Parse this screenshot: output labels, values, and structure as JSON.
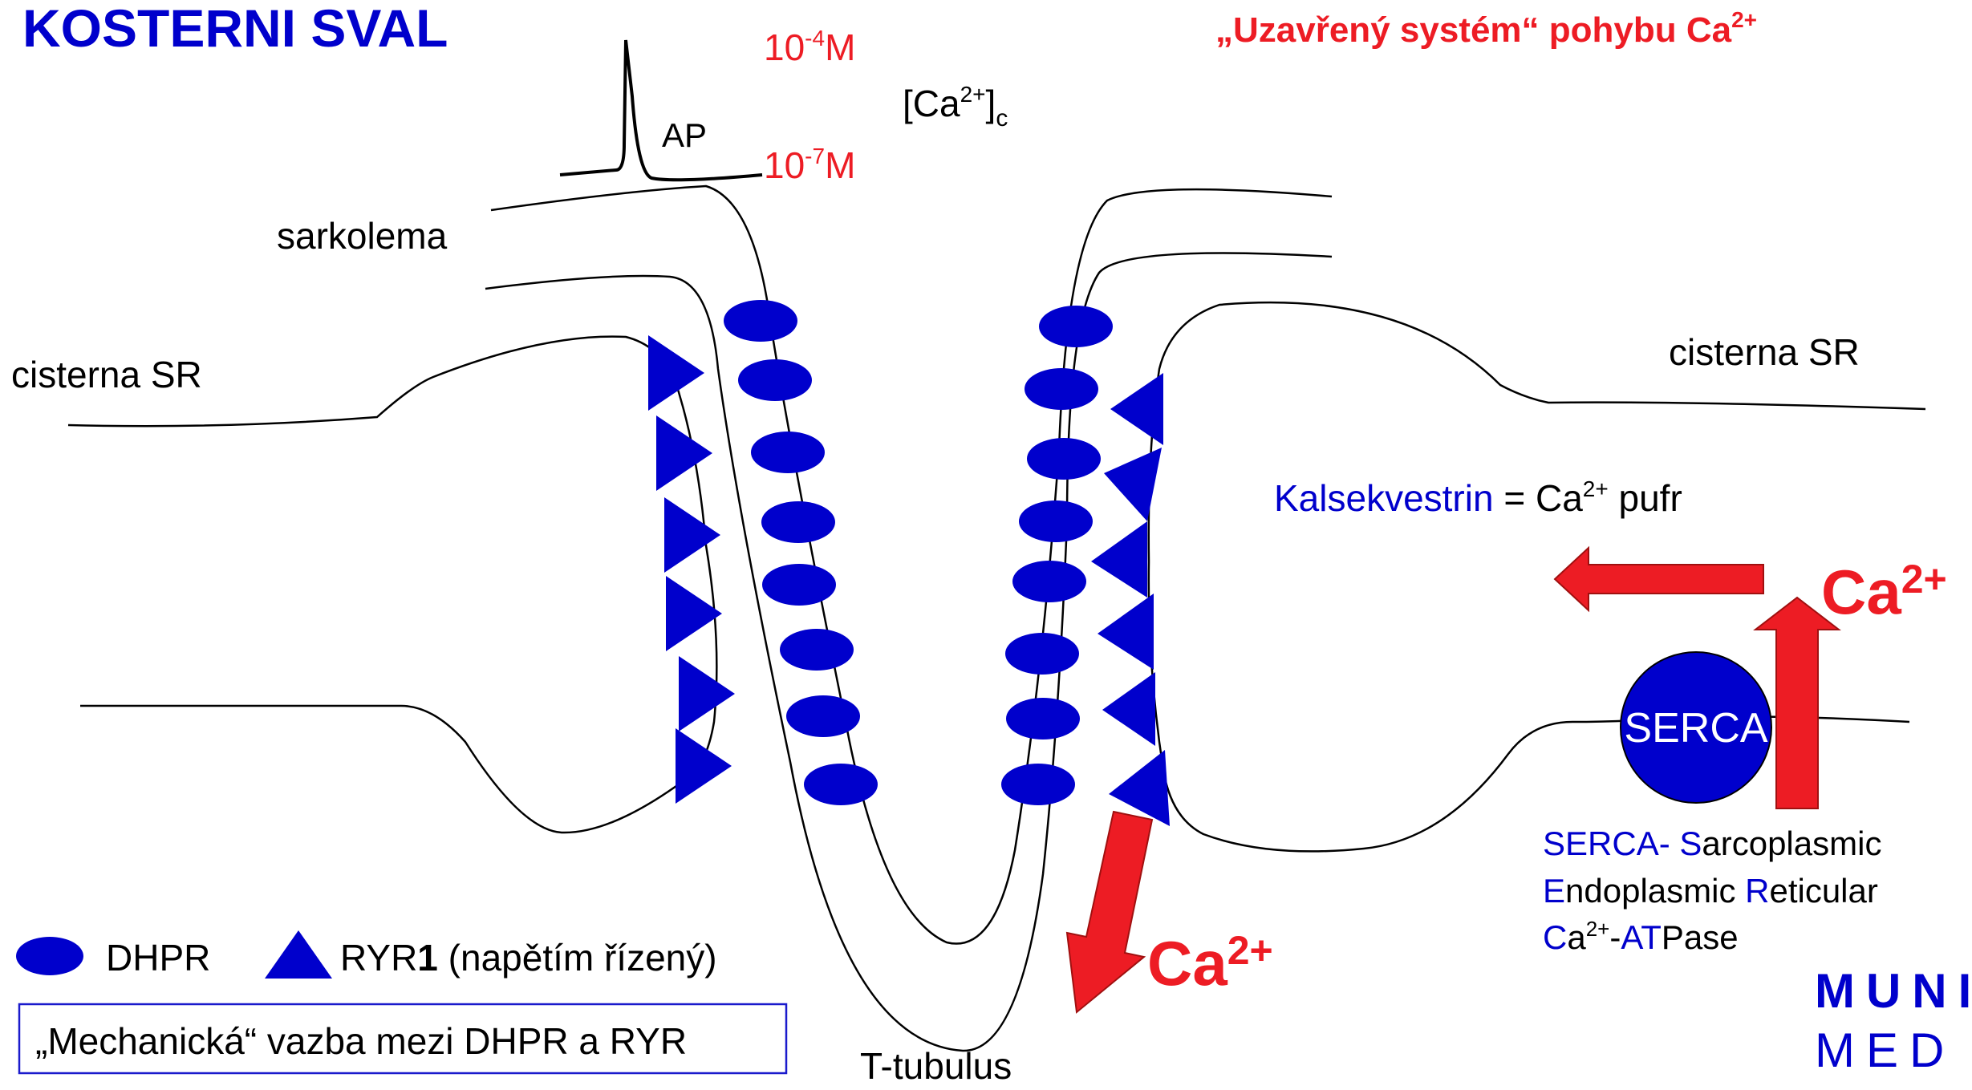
{
  "title": "KOSTERNI SVAL",
  "subtitle": {
    "text": "„Uzavřený systém“ pohybu Ca",
    "sup": "2+"
  },
  "concentration": {
    "high_base": "10",
    "high_exp": "-4",
    "high_unit": "M",
    "low_base": "10",
    "low_exp": "-7",
    "low_unit": "M",
    "ca_open": "[Ca",
    "ca_sup": "2+",
    "ca_close": "]",
    "ca_sub": "c",
    "ap_label": "AP"
  },
  "labels": {
    "sarkolema": "sarkolema",
    "cisterna_left": "cisterna SR",
    "cisterna_right": "cisterna SR",
    "t_tubulus": "T-tubulus"
  },
  "kalsekvestrin": {
    "name": "Kalsekvestrin",
    "eq": " = Ca",
    "sup": "2+",
    "rest": " pufr"
  },
  "ca_labels": {
    "base": "Ca",
    "sup": "2+"
  },
  "serca": {
    "label": "SERCA",
    "line1_blue": "SERCA- S",
    "line1_rest": "arcoplasmic",
    "line2_blue1": "E",
    "line2_mid": "ndoplasmic ",
    "line2_blue2": "R",
    "line2_rest": "eticular",
    "line3_blue1": "C",
    "line3_a": "a",
    "line3_sup": "2+",
    "line3_b": "-",
    "line3_blue2": "AT",
    "line3_rest": "Pase"
  },
  "legend": {
    "dhpr": "DHPR",
    "ryr_prefix": "RYR",
    "ryr_bold": "1",
    "ryr_suffix": " (napětím řízený)",
    "box_text": "„Mechanická“ vazba mezi DHPR a RYR"
  },
  "logo": {
    "line1": "MUNI",
    "line2": "MED"
  },
  "colors": {
    "title_blue": "#0000cc",
    "red": "#ed1c24",
    "receptor_blue": "#0000cc",
    "serca_blue": "#0000cc"
  }
}
